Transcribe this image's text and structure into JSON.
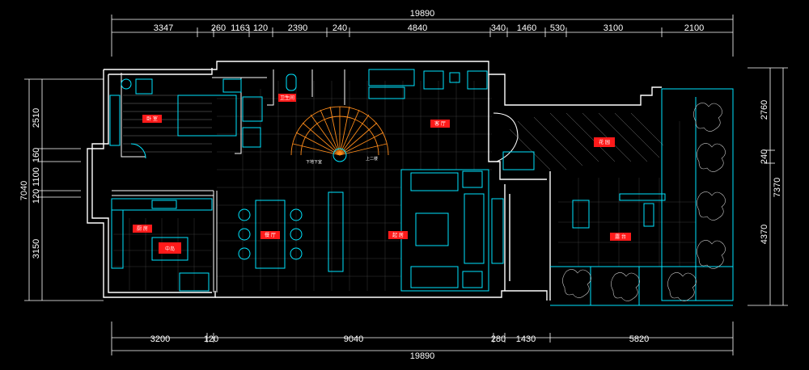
{
  "top_dimensions": {
    "overall": "19890",
    "segments": [
      "3347",
      "260",
      "1163",
      "120",
      "2390",
      "240",
      "4840",
      "340",
      "1460",
      "530",
      "3100",
      "2100"
    ]
  },
  "bottom_dimensions": {
    "overall": "19890",
    "segments": [
      "3200",
      "120",
      "9040",
      "280",
      "1430",
      "5820"
    ]
  },
  "left_dimensions": {
    "overall": "7040",
    "segments": [
      "2510",
      "160",
      "1100",
      "120",
      "3150"
    ]
  },
  "right_dimensions": {
    "overall": "7370",
    "segments": [
      "2760",
      "240",
      "4370"
    ]
  },
  "stair_labels": {
    "down": "下地下室",
    "up": "上二楼"
  },
  "room_tags": {
    "bedroom": "卧 室",
    "bath": "卫生间",
    "living_up": "客 厅",
    "kitchen": "厨 房",
    "kitchen_island": "中岛",
    "living": "起 居",
    "garden": "花 园",
    "terrace": "露 台",
    "dining": "餐 厅"
  },
  "colors": {
    "background": "#000000",
    "wall": "#ffffff",
    "furniture": "#00e5ff",
    "tag": "#ff1a1a",
    "stair": "#ff8c1a",
    "dimension_text": "#ffffff"
  }
}
